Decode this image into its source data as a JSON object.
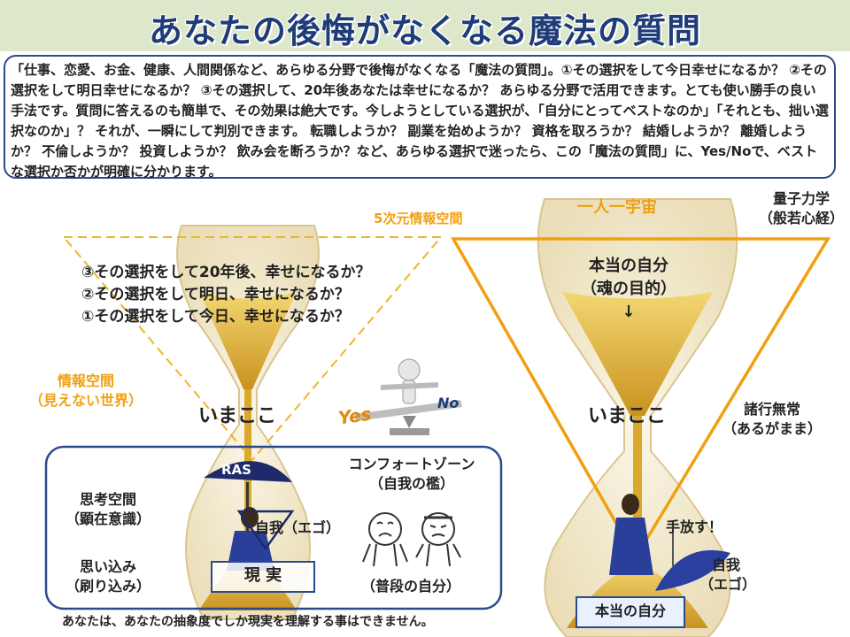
{
  "title": "あなたの後悔がなくなる魔法の質問",
  "intro": "「仕事、恋愛、お金、健康、人間関係など、あらゆる分野で後悔がなくなる「魔法の質問」。①その選択をして今日幸せになるか？ ②その選択をして明日幸せになるか？ ③その選択して、20年後あなたは幸せになるか？ あらゆる分野で活用できます。とても使い勝手の良い手法です。質問に答えるのも簡単で、その効果は絶大です。今しようとしている選択が、「自分にとってベストなのか」「それとも、拙い選択なのか」？ それが、一瞬にして判別できます。 転職しようか？ 副業を始めようか？ 資格を取ろうか？ 結婚しようか？ 離婚しようか？ 不倫しようか？ 投資しようか？ 飲み会を断ろうか？など、あらゆる選択で迷ったら、この「魔法の質問」に、Yes/Noで、ベストな選択か否かが明確に分かります。",
  "left": {
    "questions": [
      "③その選択をして20年後、幸せになるか？",
      "②その選択をして明日、幸せになるか？",
      "①その選択をして今日、幸せになるか？"
    ],
    "info_space": "情報空間",
    "info_space_sub": "（見えない世界）",
    "imakoko": "いまここ",
    "ras": "RAS",
    "yes": "Yes",
    "no": "No",
    "comfort_zone": "コンフォートゾーン",
    "comfort_zone_sub": "（自我の檻）",
    "thinking_space": "思考空間",
    "thinking_space_sub": "（顕在意識）",
    "belief": "思い込み",
    "belief_sub": "（刷り込み）",
    "ego": "自我（エゴ）",
    "reality": "現 実",
    "usual_self": "（普段の自分）",
    "footer": "あなたは、あなたの抽象度でしか現実を理解する事はできません。"
  },
  "right": {
    "five_d": "5次元情報空間",
    "one_person": "一人一宇宙",
    "quantum": "量子力学",
    "quantum_sub": "（般若心経）",
    "true_self": "本当の自分",
    "true_self_sub": "（魂の目的）",
    "arrow": "↓",
    "imakoko": "いまここ",
    "impermanence": "諸行無常",
    "impermanence_sub": "（あるがまま）",
    "let_go": "手放す！",
    "ego": "自我",
    "ego_sub": "（エゴ）",
    "true_self_bottom": "本当の自分"
  },
  "colors": {
    "title": "#1f3c78",
    "accent_orange": "#f0a010",
    "box_blue": "#2b4a8b",
    "sand_gold": "#d9a520"
  }
}
